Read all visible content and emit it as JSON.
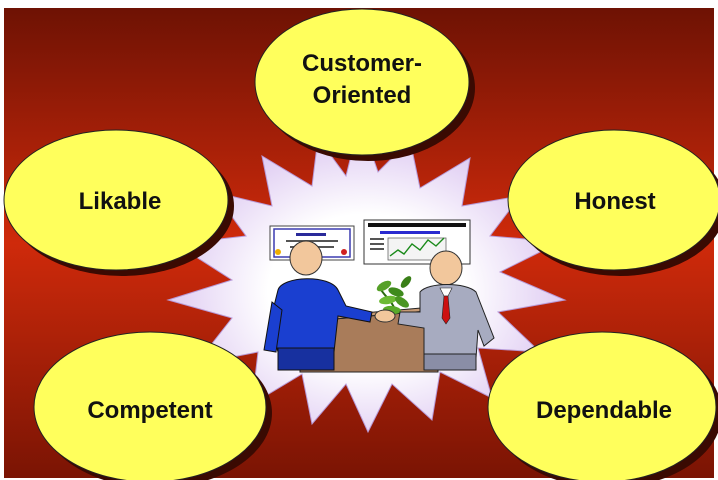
{
  "colors": {
    "background_top": "#6e1204",
    "background_mid": "#c8260a",
    "background_bottom": "#7a1404",
    "bubble_fill": "#ffff5c",
    "bubble_shadow": "#3a0a02",
    "starburst_center": "#ffffff",
    "starburst_edge": "#d9c2f0"
  },
  "qualities": {
    "customer_oriented": {
      "line1": "Customer-",
      "line2": "Oriented"
    },
    "likable": "Likable",
    "honest": "Honest",
    "competent": "Competent",
    "dependable": "Dependable"
  },
  "illustration": {
    "subject": "two businessmen shaking hands over a desk",
    "icons": [
      "certificate-icon",
      "chart-board-icon",
      "plant-icon",
      "desk-icon",
      "businessman-left-icon",
      "businessman-right-icon"
    ]
  }
}
